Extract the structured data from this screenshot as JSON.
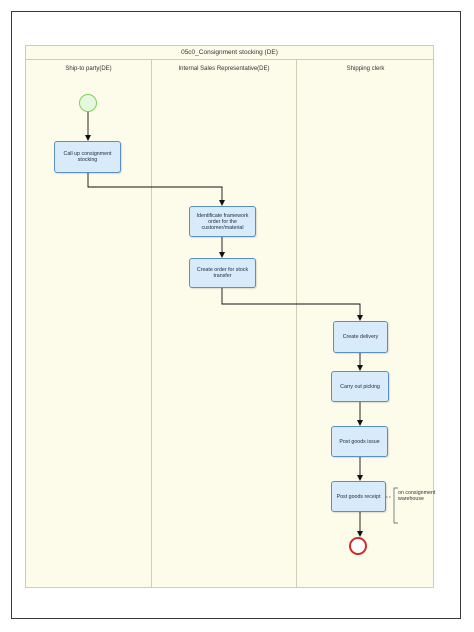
{
  "pool": {
    "title": "05c0_Consignment stocking (DE)"
  },
  "lanes": [
    {
      "label": "Ship-to party(DE)"
    },
    {
      "label": "Internal Sales Representative(DE)"
    },
    {
      "label": "Shipping clerk"
    }
  ],
  "tasks": {
    "call_up": "Call up consignment stocking",
    "identificate": "Identificate framework order for the customer/material",
    "create_order": "Create order for stock transfer",
    "create_delivery": "Create delivery",
    "carry_out_picking": "Carry out picking",
    "post_goods_issue": "Post goods issue",
    "post_goods_receipt": "Post goods receipt"
  },
  "annotation": "on consignment warehouse",
  "colors": {
    "pool_bg": "#fdfbea",
    "task_fill": "#d7ebfb",
    "task_border": "#5b8fc4",
    "start_stroke": "#7ccf62",
    "end_stroke": "#d22a2a"
  }
}
